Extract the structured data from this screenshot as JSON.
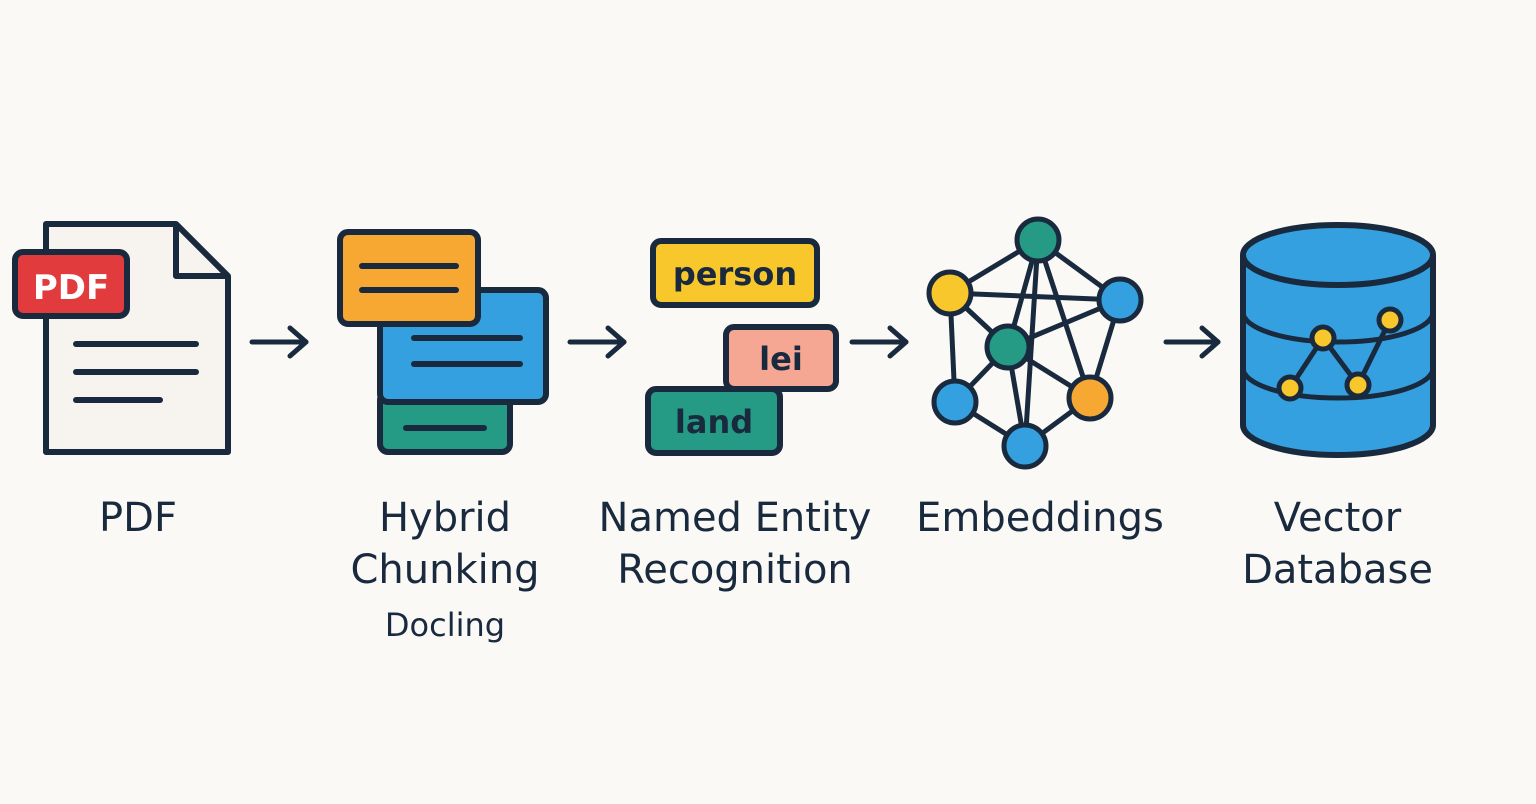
{
  "pipeline": {
    "steps": [
      {
        "id": "pdf",
        "label": "PDF",
        "icon": "pdf-document-icon",
        "badge": "PDF"
      },
      {
        "id": "chunking",
        "label_line1": "Hybrid",
        "label_line2": "Chunking",
        "sublabel": "Docling",
        "icon": "stacked-chunks-icon"
      },
      {
        "id": "ner",
        "label_line1": "Named Entity",
        "label_line2": "Recognition",
        "icon": "entity-tags-icon",
        "tags": [
          "person",
          "lei",
          "land"
        ]
      },
      {
        "id": "embeddings",
        "label": "Embeddings",
        "icon": "graph-network-icon"
      },
      {
        "id": "vectordb",
        "label_line1": "Vector",
        "label_line2": "Database",
        "icon": "database-icon"
      }
    ],
    "connector": "arrow"
  },
  "colors": {
    "background": "#fbf9f6",
    "outline": "#1a2a3e",
    "pdf_red": "#e23b3d",
    "orange": "#f6a833",
    "blue": "#35a0df",
    "teal": "#259a84",
    "yellow": "#f7c72b",
    "salmon": "#f5a793",
    "paper": "#f7f3ee"
  }
}
